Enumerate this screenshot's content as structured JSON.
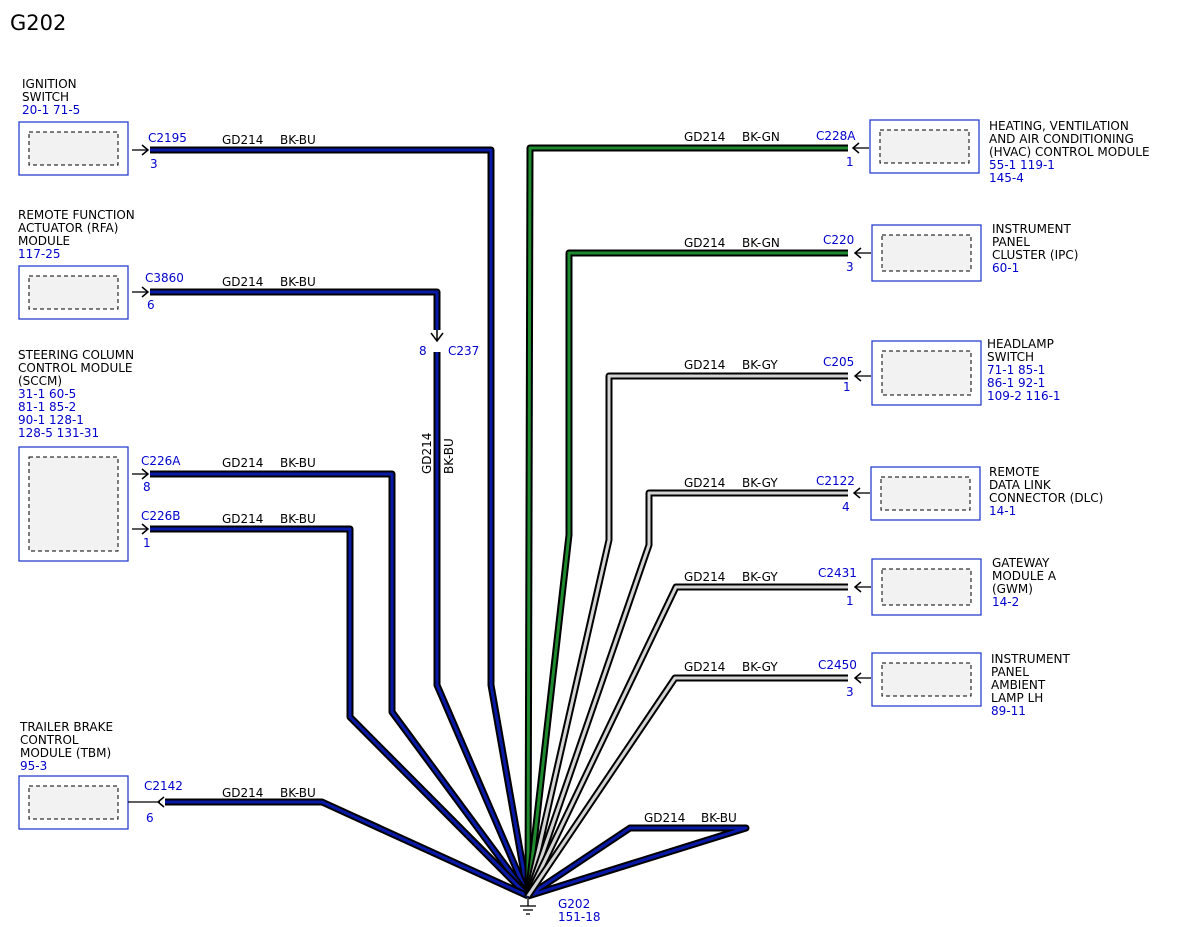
{
  "page_title": "G202",
  "colors": {
    "wire_outline": "#000000",
    "BK-BU": "#0a1aa8",
    "BK-GN": "#1e8a2e",
    "BK-GY": "#d4d4d4",
    "text_blue": "#0000cc",
    "box_border": "#2a3fd0"
  },
  "ground": {
    "name": "G202",
    "ref": "151-18",
    "icon": "ground-symbol-icon"
  },
  "inline_connector": {
    "name": "C237",
    "pin": "8",
    "icon": "inline-connector-icon"
  },
  "vertical_wire": {
    "circuit": "GD214",
    "color": "BK-BU"
  },
  "modules": [
    {
      "id": "ignition-switch",
      "lines": [
        "IGNITION",
        "SWITCH"
      ],
      "refs": [
        "20-1  71-5"
      ],
      "connector": "C2195",
      "pin": "3",
      "circuit": "GD214",
      "color": "BK-BU"
    },
    {
      "id": "rfa-module",
      "lines": [
        "REMOTE FUNCTION",
        "ACTUATOR (RFA)",
        "MODULE"
      ],
      "refs": [
        "117-25"
      ],
      "connector": "C3860",
      "pin": "6",
      "circuit": "GD214",
      "color": "BK-BU"
    },
    {
      "id": "sccm",
      "lines": [
        "STEERING COLUMN",
        "CONTROL MODULE",
        "(SCCM)"
      ],
      "refs": [
        "31-1   60-5",
        "81-1   85-2",
        "90-1   128-1",
        "128-5  131-31"
      ],
      "connectors": [
        {
          "connector": "C226A",
          "pin": "8",
          "circuit": "GD214",
          "color": "BK-BU"
        },
        {
          "connector": "C226B",
          "pin": "1",
          "circuit": "GD214",
          "color": "BK-BU"
        }
      ]
    },
    {
      "id": "tbm",
      "lines": [
        "TRAILER BRAKE",
        "CONTROL",
        "MODULE (TBM)"
      ],
      "refs": [
        "95-3"
      ],
      "connector": "C2142",
      "pin": "6",
      "circuit": "GD214",
      "color": "BK-BU"
    },
    {
      "id": "hvac-module",
      "lines": [
        "HEATING, VENTILATION",
        "AND AIR CONDITIONING",
        "(HVAC) CONTROL MODULE"
      ],
      "refs": [
        "55-1   119-1",
        "145-4"
      ],
      "connector": "C228A",
      "pin": "1",
      "circuit": "GD214",
      "color": "BK-GN"
    },
    {
      "id": "ipc",
      "lines": [
        "INSTRUMENT",
        "PANEL",
        "CLUSTER (IPC)"
      ],
      "refs": [
        "60-1"
      ],
      "connector": "C220",
      "pin": "3",
      "circuit": "GD214",
      "color": "BK-GN"
    },
    {
      "id": "headlamp-switch",
      "lines": [
        "HEADLAMP",
        "SWITCH"
      ],
      "refs": [
        "71-1   85-1",
        "86-1   92-1",
        "109-2 116-1"
      ],
      "connector": "C205",
      "pin": "1",
      "circuit": "GD214",
      "color": "BK-GY"
    },
    {
      "id": "remote-dlc",
      "lines": [
        "REMOTE",
        "DATA LINK",
        "CONNECTOR (DLC)"
      ],
      "refs": [
        "14-1"
      ],
      "connector": "C2122",
      "pin": "4",
      "circuit": "GD214",
      "color": "BK-GY"
    },
    {
      "id": "gwm",
      "lines": [
        "GATEWAY",
        "MODULE A",
        "(GWM)"
      ],
      "refs": [
        "14-2"
      ],
      "connector": "C2431",
      "pin": "1",
      "circuit": "GD214",
      "color": "BK-GY"
    },
    {
      "id": "ambient-lamp",
      "lines": [
        "INSTRUMENT",
        "PANEL",
        "AMBIENT",
        "LAMP LH"
      ],
      "refs": [
        "89-11"
      ],
      "connector": "C2450",
      "pin": "3",
      "circuit": "GD214",
      "color": "BK-GY"
    }
  ],
  "loop_wire": {
    "circuit": "GD214",
    "color": "BK-BU"
  }
}
